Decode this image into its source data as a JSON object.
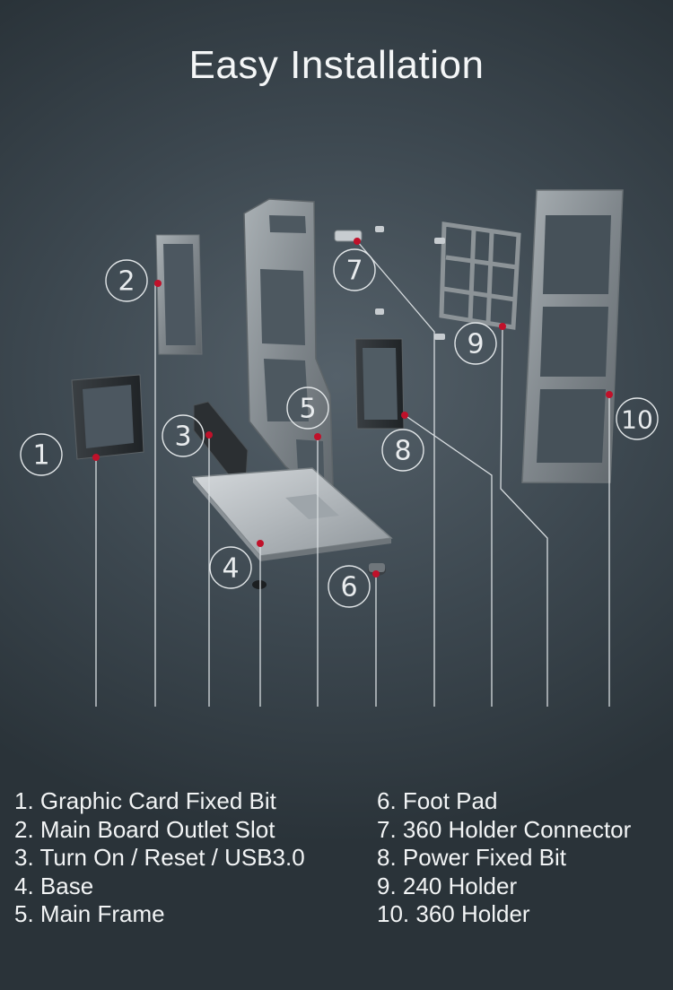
{
  "title": "Easy Installation",
  "callouts": [
    {
      "number": "1",
      "label": "Graphic Card Fixed Bit"
    },
    {
      "number": "2",
      "label": "Main Board Outlet Slot"
    },
    {
      "number": "3",
      "label": "Turn On / Reset / USB3.0"
    },
    {
      "number": "4",
      "label": "Base"
    },
    {
      "number": "5",
      "label": "Main Frame"
    },
    {
      "number": "6",
      "label": "Foot Pad"
    },
    {
      "number": "7",
      "label": "360 Holder Connector"
    },
    {
      "number": "8",
      "label": "Power Fixed Bit"
    },
    {
      "number": "9",
      "label": "240 Holder"
    },
    {
      "number": "10",
      "label": "360 Holder"
    }
  ],
  "legend": {
    "left": [
      "1. Graphic Card Fixed Bit",
      "2. Main Board Outlet Slot",
      "3. Turn On / Reset / USB3.0",
      "4. Base",
      "5. Main Frame"
    ],
    "right": [
      "6. Foot Pad",
      "7. 360 Holder Connector",
      "8. Power Fixed Bit",
      "9. 240 Holder",
      "10. 360 Holder"
    ]
  },
  "colors": {
    "marker": "#c0112a",
    "leader_line": "#d8dde0",
    "metal": "#8d9498"
  }
}
